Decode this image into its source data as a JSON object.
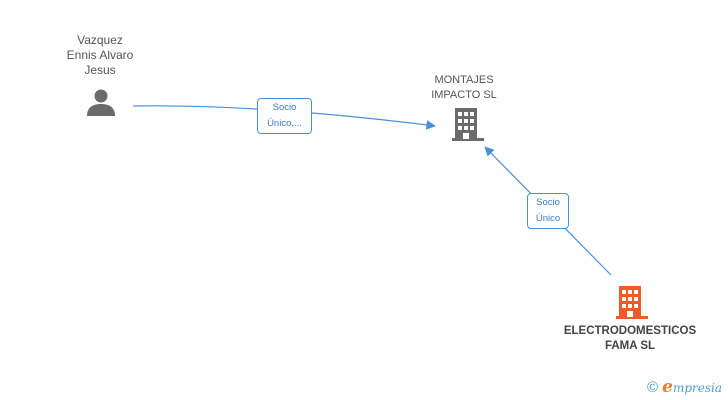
{
  "nodes": {
    "person": {
      "name_lines": [
        "Vazquez",
        "Ennis Alvaro",
        "Jesus"
      ],
      "icon": "person-icon",
      "color": "#6b6b6b"
    },
    "montajes": {
      "name_lines": [
        "MONTAJES",
        "IMPACTO SL"
      ],
      "icon": "building-icon",
      "color": "#6b6b6b"
    },
    "electro": {
      "name_lines": [
        "ELECTRODOMESTICOS",
        "FAMA SL"
      ],
      "icon": "building-icon",
      "color": "#f05a28"
    }
  },
  "edges": {
    "person_to_montajes": {
      "label_lines": [
        "Socio",
        "Único,..."
      ]
    },
    "electro_to_montajes": {
      "label_lines": [
        "Socio",
        "Único"
      ]
    }
  },
  "colors": {
    "edge": "#4a90d9",
    "label_text": "#3b7bc8"
  },
  "brand": {
    "copyright_symbol": "©",
    "initial": "e",
    "rest": "mpresia"
  }
}
